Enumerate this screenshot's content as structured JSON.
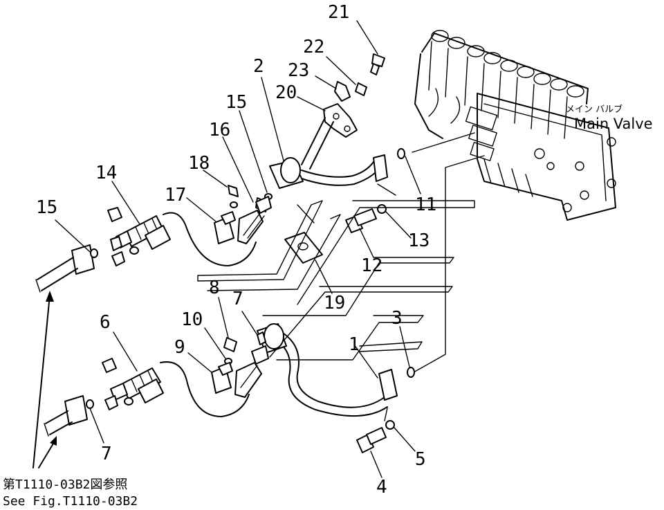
{
  "main_valve": {
    "label_jp": "メイン バルブ",
    "label_en": "Main Valve"
  },
  "reference": {
    "line_jp": "第T1110-03B2図参照",
    "line_en": "See Fig.T1110-03B2"
  },
  "callouts": [
    "21",
    "22",
    "23",
    "2",
    "20",
    "15",
    "16",
    "18",
    "14",
    "17",
    "15",
    "11",
    "13",
    "12",
    "19",
    "8",
    "7",
    "10",
    "9",
    "6",
    "3",
    "1",
    "7",
    "5",
    "4"
  ]
}
